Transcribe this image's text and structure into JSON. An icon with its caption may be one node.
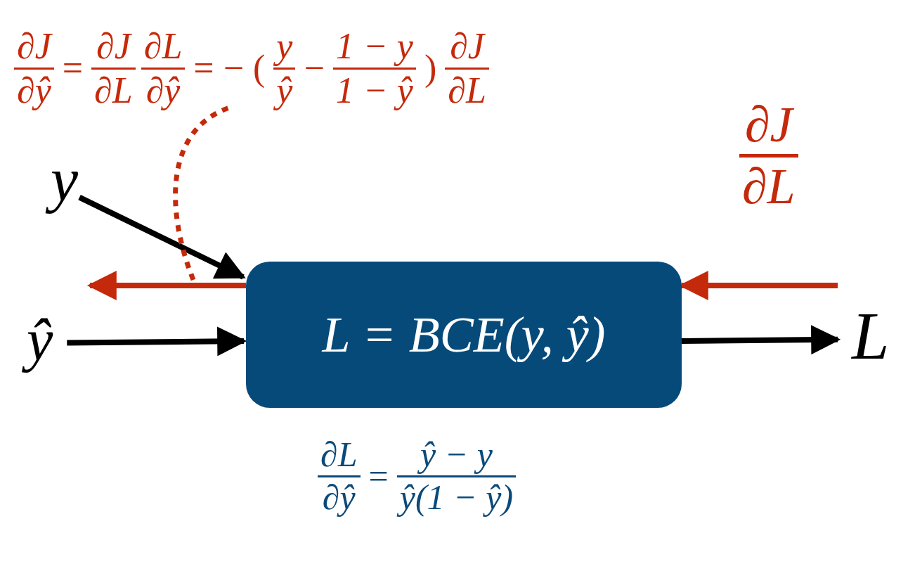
{
  "diagram": {
    "nodes": [
      {
        "text": [
          "y"
        ]
      },
      {
        "text": [
          "ŷ"
        ]
      },
      {
        "text": [
          "L = BCE(y, ŷ)"
        ]
      },
      {
        "text": [
          "L"
        ]
      },
      {
        "text": [
          "∂J",
          "∂L"
        ]
      },
      {
        "text": [
          "∂J",
          "∂ŷ",
          "=",
          "∂J",
          "∂L",
          "∂L",
          "∂ŷ",
          "= − (",
          "y",
          "ŷ",
          "−",
          "1 − y",
          "1 − ŷ",
          ")",
          "∂J",
          "∂L"
        ]
      },
      {
        "text": [
          "∂L",
          "∂ŷ",
          "=",
          "ŷ − y",
          "ŷ(1 − ŷ)"
        ]
      }
    ],
    "edges": [
      {
        "from": 0,
        "to": 2,
        "arrow": "to"
      },
      {
        "from": 1,
        "to": 2,
        "arrow": "to"
      },
      {
        "from": 2,
        "to": 3,
        "arrow": "to"
      },
      {
        "from": 2,
        "to": null,
        "arrow": "to",
        "color": "#c5290b"
      },
      {
        "from": null,
        "to": 2,
        "arrow": "to",
        "color": "#c5290b"
      },
      {
        "from": null,
        "to": 5,
        "arrow": "none",
        "style": "dashed",
        "color": "#c5290b"
      }
    ]
  }
}
